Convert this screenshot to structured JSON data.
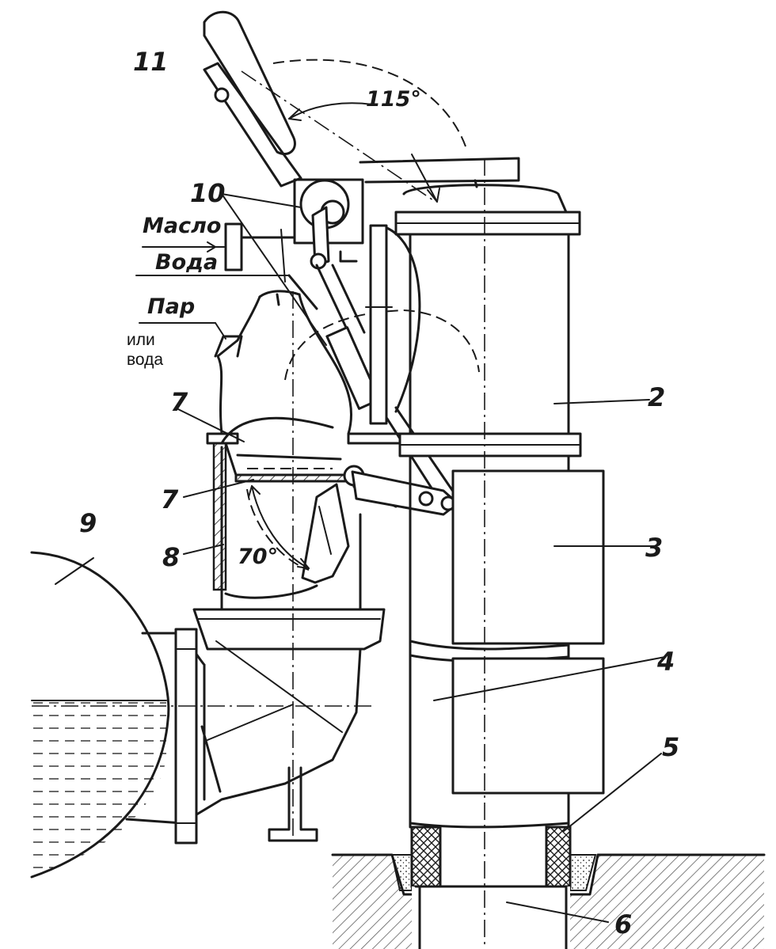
{
  "labels": {
    "n11": "11",
    "angle115": "115°",
    "n10": "10",
    "maslo": "Масло",
    "voda": "Вода",
    "par": "Пар",
    "ili": "или",
    "voda2": "вода",
    "n7a": "7",
    "n7b": "7",
    "n8": "8",
    "angle70": "70°",
    "n9": "9",
    "n2": "2",
    "n3": "3",
    "n4": "4",
    "n5": "5",
    "n6": "6"
  }
}
